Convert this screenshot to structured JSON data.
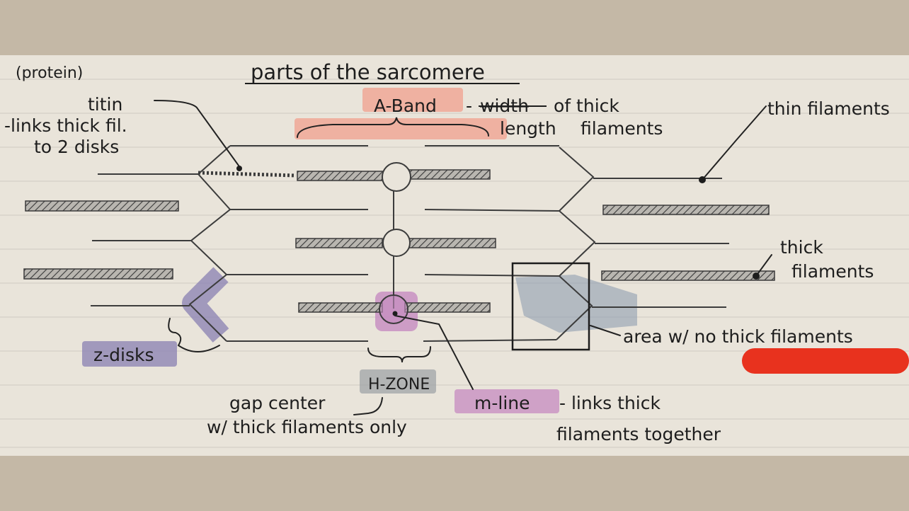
{
  "diagram": {
    "title": "parts of the sarcomere",
    "labels": {
      "protein_note": "(protein)",
      "titin": "titin",
      "titin_desc_1": "-links thick fil.",
      "titin_desc_2": "to 2 disks",
      "a_band": "A-Band",
      "a_band_dash": "-",
      "a_band_struck": "width",
      "a_band_desc_1": "of thick",
      "a_band_desc_2": "length",
      "a_band_desc_3": "filaments",
      "thin_filaments": "thin filaments",
      "thick_filaments_1": "thick",
      "thick_filaments_2": "filaments",
      "area_no_thick": "area w/ no thick filaments",
      "z_disks": "z-disks",
      "h_zone": "H-ZONE",
      "gap_desc_1": "gap center",
      "gap_desc_2": "w/ thick filaments only",
      "m_line": "m-line",
      "m_line_desc_1": "- links thick",
      "m_line_desc_2": "filaments together"
    },
    "highlights": {
      "a_band": "#f0a08e",
      "z_disks": "#8e86b4",
      "m_line": "#c58bc0",
      "h_zone": "#9aa0a4",
      "area": "#8797ad",
      "marker": "#e8321e"
    },
    "colors": {
      "paper": "#e9e4da",
      "ruling": "#cfcac1",
      "ink": "#3c3c3c",
      "background": "#c4b8a6"
    }
  }
}
